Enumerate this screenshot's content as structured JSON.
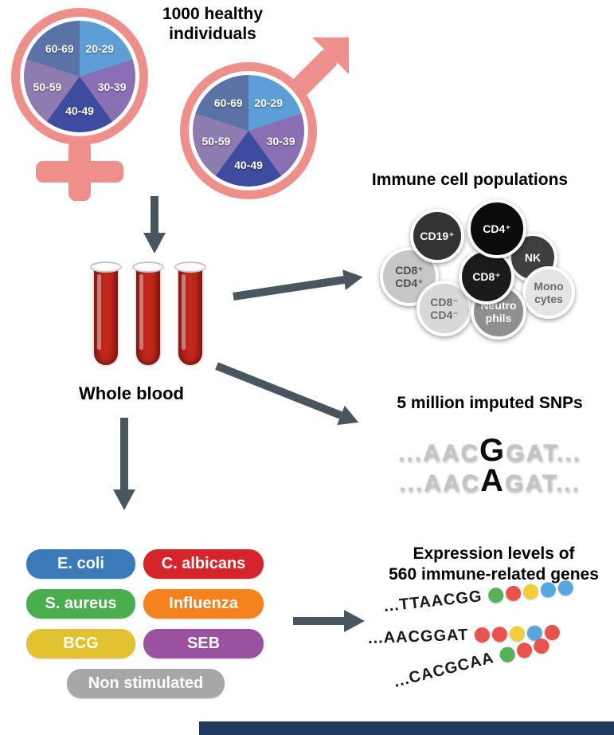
{
  "study": {
    "title": "1000 healthy\nindividuals"
  },
  "demographics": {
    "age_groups": [
      "20-29",
      "30-39",
      "40-49",
      "50-59",
      "60-69"
    ],
    "slice_colors": [
      "#5d9ed6",
      "#8a6fb4",
      "#3d4c9e",
      "#8d7cb0",
      "#5a72a6"
    ],
    "symbol_color": "#ef8f8b"
  },
  "blood": {
    "label": "Whole blood",
    "tube_color": "#c1271b"
  },
  "immune": {
    "title": "Immune cell populations",
    "cells": [
      {
        "label": "CD19⁺",
        "bg": "#333333",
        "fg": "#ffffff"
      },
      {
        "label": "CD4⁺",
        "bg": "#0b0b0b",
        "fg": "#ffffff"
      },
      {
        "label": "NK",
        "bg": "#3f3f3f",
        "fg": "#ffffff"
      },
      {
        "label": "CD8⁺",
        "bg": "#1b1b1b",
        "fg": "#ffffff"
      },
      {
        "label": "CD8⁺\nCD4⁺",
        "bg": "#c7c7c7",
        "fg": "#4d4d4d"
      },
      {
        "label": "CD8⁻\nCD4⁻",
        "bg": "#d8d8d8",
        "fg": "#6a6a6a"
      },
      {
        "label": "Neutro\nphils",
        "bg": "#8f8f8f",
        "fg": "#ffffff"
      },
      {
        "label": "Mono\ncytes",
        "bg": "#e4e4e4",
        "fg": "#6a6a6a"
      }
    ]
  },
  "snps": {
    "title": "5 million imputed SNPs",
    "sequences": [
      {
        "pre": "...AAC",
        "variant": "G",
        "post": "GAT..."
      },
      {
        "pre": "...AAC",
        "variant": "A",
        "post": "GAT..."
      }
    ]
  },
  "stimuli": {
    "items": [
      {
        "label": "E. coli",
        "color": "#3a7ab8"
      },
      {
        "label": "C. albicans",
        "color": "#d6242c"
      },
      {
        "label": "S. aureus",
        "color": "#4aad4e"
      },
      {
        "label": "Influenza",
        "color": "#f5821f"
      },
      {
        "label": "BCG",
        "color": "#e2c230"
      },
      {
        "label": "SEB",
        "color": "#9a51a0"
      },
      {
        "label": "Non stimulated",
        "color": "#a7a7a7"
      }
    ]
  },
  "expression": {
    "title": "Expression levels of\n560 immune-related genes",
    "rows": [
      {
        "seq": "...TTAACGG",
        "dots": [
          "#57b157",
          "#e8534e",
          "#f2cf3a",
          "#57a7de",
          "#57a7de"
        ]
      },
      {
        "seq": "...AACGGAT",
        "dots": [
          "#e8534e",
          "#e8534e",
          "#f2cf3a",
          "#57a7de",
          "#e8534e"
        ]
      },
      {
        "seq": "...CACGCAA",
        "dots": [
          "#57b157",
          "#e8534e",
          "#e8534e"
        ]
      }
    ]
  },
  "arrow_color": "#49565f",
  "bottom_bar_color": "#22395f"
}
